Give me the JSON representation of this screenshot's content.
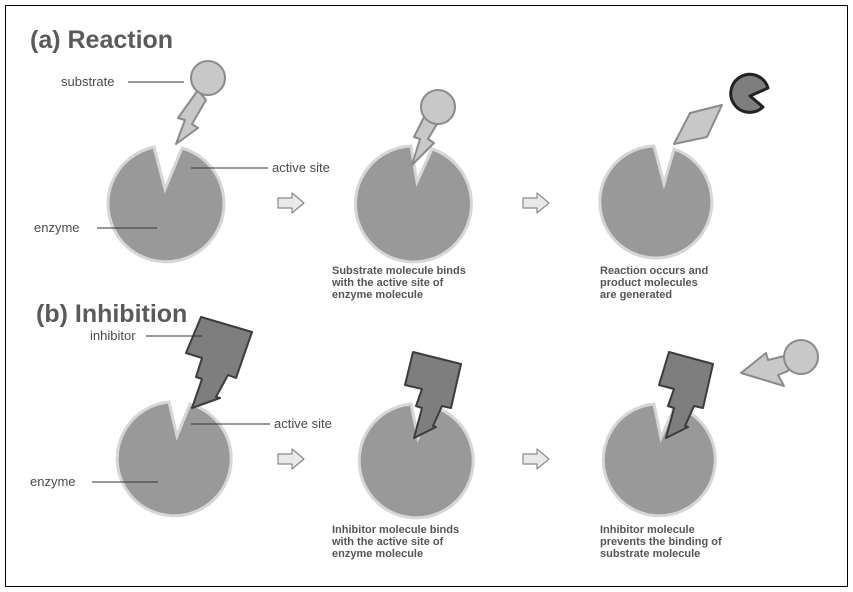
{
  "panel_a": {
    "title": "(a) Reaction",
    "labels": {
      "substrate": "substrate",
      "active_site": "active site",
      "enzyme": "enzyme"
    },
    "caption_2": [
      "Substrate molecule binds",
      "with the active site of",
      "enzyme molecule"
    ],
    "caption_3": [
      "Reaction occurs and",
      "product molecules",
      "are generated"
    ]
  },
  "panel_b": {
    "title": "(b) Inhibition",
    "labels": {
      "inhibitor": "inhibitor",
      "active_site": "active site",
      "enzyme": "enzyme"
    },
    "caption_2": [
      "Inhibitor molecule binds",
      "with the active site of",
      "enzyme molecule"
    ],
    "caption_3": [
      "Inhibitor molecule",
      "prevents the binding of",
      "substrate molecule"
    ]
  },
  "colors": {
    "enzyme": "#999999",
    "substrate": "#c8c8c8",
    "inhibitor": "#7e7e7e",
    "product": "#7e7e7e"
  }
}
